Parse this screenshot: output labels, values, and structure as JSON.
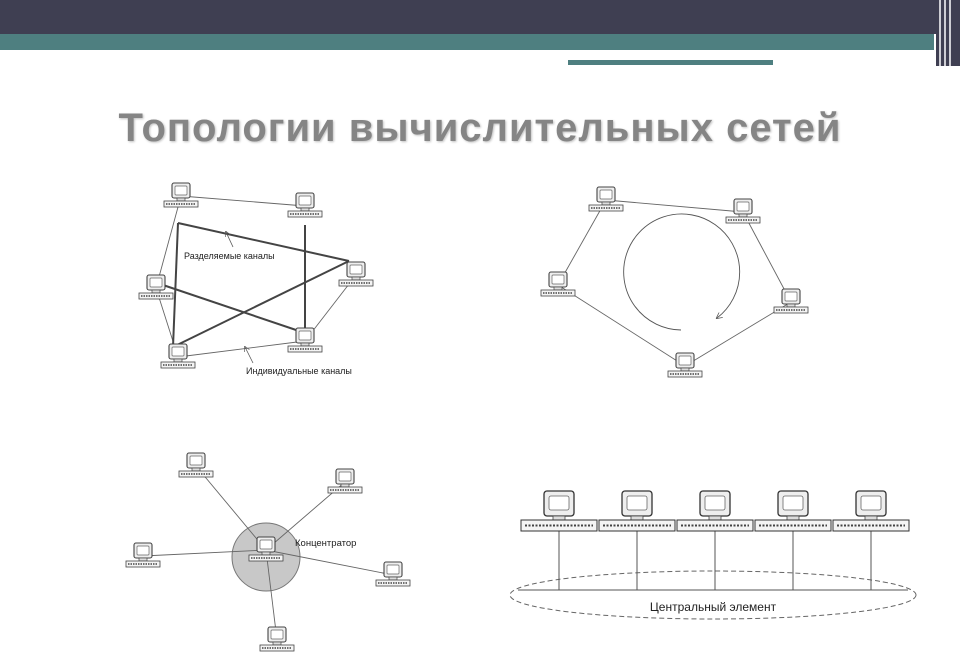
{
  "title": "Топологии вычислительных сетей",
  "mesh": {
    "shared_label": "Разделяемые каналы",
    "individual_label": "Индивидуальные каналы"
  },
  "star": {
    "hub_label": "Концентратор"
  },
  "bus": {
    "central_label": "Центральный элемент"
  },
  "colors": {
    "top_bar": "#3f3f52",
    "teal": "#4e7f80",
    "title": "#858585",
    "hub_fill": "#c8c8c8"
  }
}
